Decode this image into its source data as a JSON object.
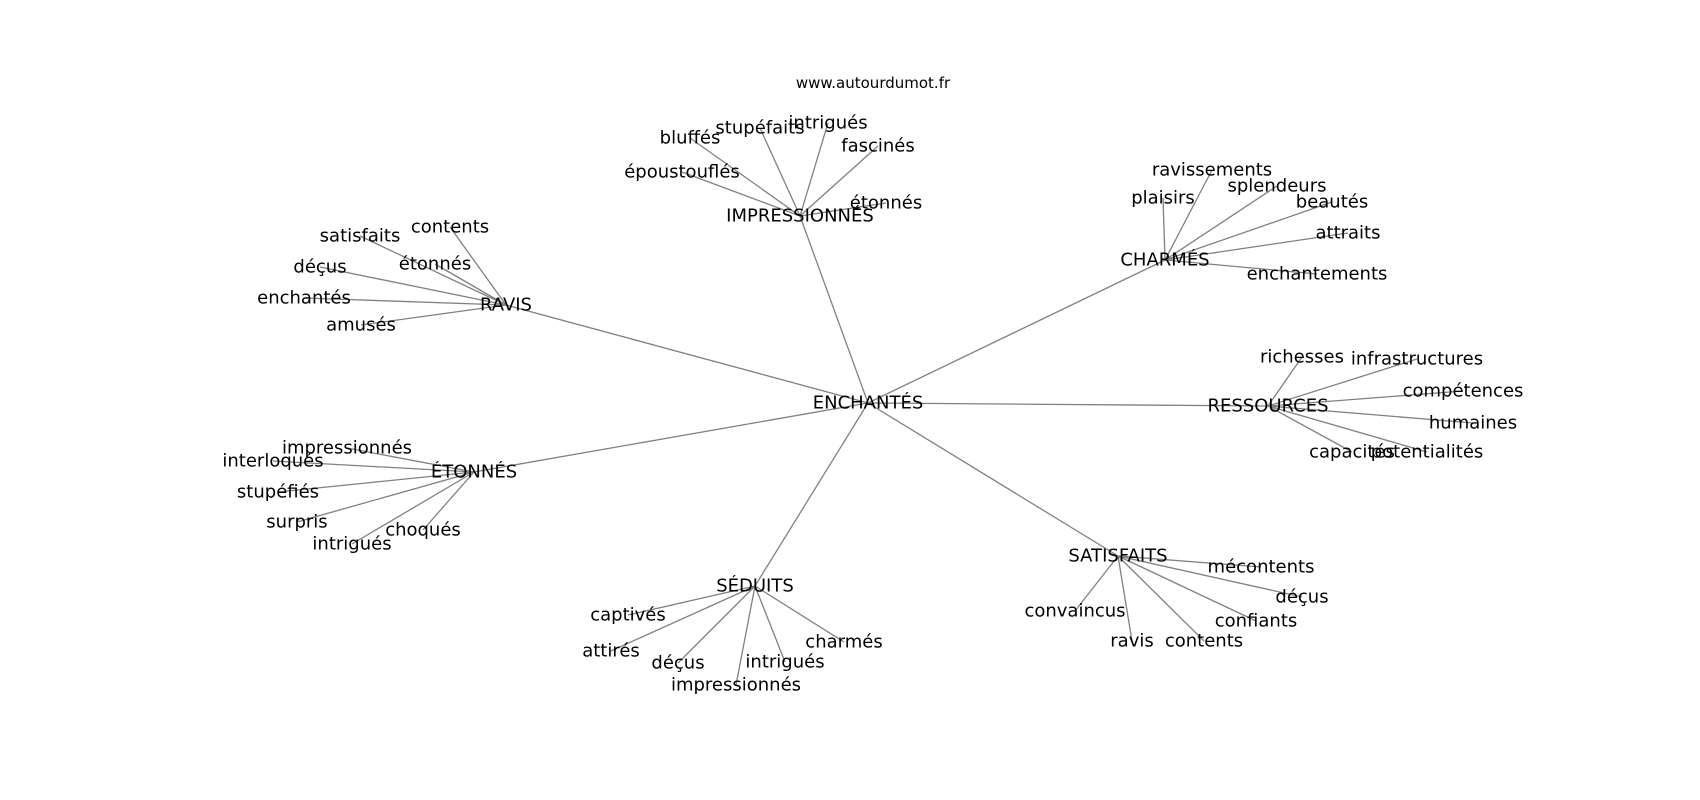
{
  "credit": "www.autourdumot.fr",
  "colors": {
    "edge": "#808080",
    "text": "#000000",
    "background": "#ffffff"
  },
  "center": "ENCHANTÉS",
  "groups": [
    {
      "id": "impressionnes",
      "label": "IMPRESSIONNÉS",
      "words": [
        "époustouflés",
        "bluffés",
        "stupéfaits",
        "intrigués",
        "fascinés",
        "étonnés"
      ]
    },
    {
      "id": "charmes",
      "label": "CHARMÉS",
      "words": [
        "ravissements",
        "plaisirs",
        "splendeurs",
        "beautés",
        "attraits",
        "enchantements"
      ]
    },
    {
      "id": "ravis",
      "label": "RAVIS",
      "words": [
        "satisfaits",
        "contents",
        "étonnés",
        "déçus",
        "enchantés",
        "amusés"
      ]
    },
    {
      "id": "ressources",
      "label": "RESSOURCES",
      "words": [
        "richesses",
        "infrastructures",
        "compétences",
        "humaines",
        "capacités",
        "potentialités"
      ]
    },
    {
      "id": "etonnes",
      "label": "ÉTONNÉS",
      "words": [
        "impressionnés",
        "interloqués",
        "stupéfiés",
        "surpris",
        "intrigués",
        "choqués"
      ]
    },
    {
      "id": "satisfaits",
      "label": "SATISFAITS",
      "words": [
        "mécontents",
        "déçus",
        "convaincus",
        "confiants",
        "ravis",
        "contents"
      ]
    },
    {
      "id": "seduits",
      "label": "SÉDUITS",
      "words": [
        "captivés",
        "attirés",
        "déçus",
        "intrigués",
        "charmés",
        "impressionnés"
      ]
    }
  ]
}
